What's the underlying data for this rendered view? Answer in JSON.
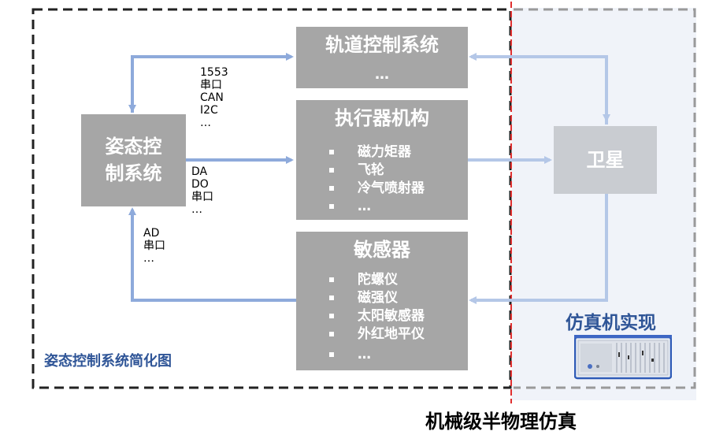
{
  "orbit": {
    "title": "轨道控制系统",
    "more": "…"
  },
  "actuators": {
    "title": "执行器机构",
    "items": [
      "磁力矩器",
      "飞轮",
      "冷气喷射器",
      "…"
    ]
  },
  "sensors": {
    "title": "敏感器",
    "items": [
      "陀螺仪",
      "磁强仪",
      "太阳敏感器",
      "外红地平仪",
      "…"
    ]
  },
  "attitude": {
    "line1": "姿态控",
    "line2": "制系统"
  },
  "satellite": {
    "label": "卫星"
  },
  "interfaces": {
    "orbit_link": [
      "1553",
      "串口",
      "CAN",
      "I2C",
      "…"
    ],
    "actuator_link": [
      "DA",
      "DO",
      "串口",
      "…"
    ],
    "sensor_link": [
      "AD",
      "串口",
      "…"
    ]
  },
  "captions": {
    "left_region": "姿态控制系统简化图",
    "right_region": "仿真机实现",
    "bottom": "机械级半物理仿真"
  },
  "colors": {
    "box_gray": "#a6a6a6",
    "satellite_gray": "#c9ccd1",
    "arrow_blue": "#8eaadb",
    "arrow_light_blue": "#b4c7e7",
    "divider_red": "#e03030",
    "caption_blue": "#2f5597",
    "panel_bg": "#f0f3f9"
  },
  "icons": {
    "simulator": "simulator-machine-icon"
  }
}
